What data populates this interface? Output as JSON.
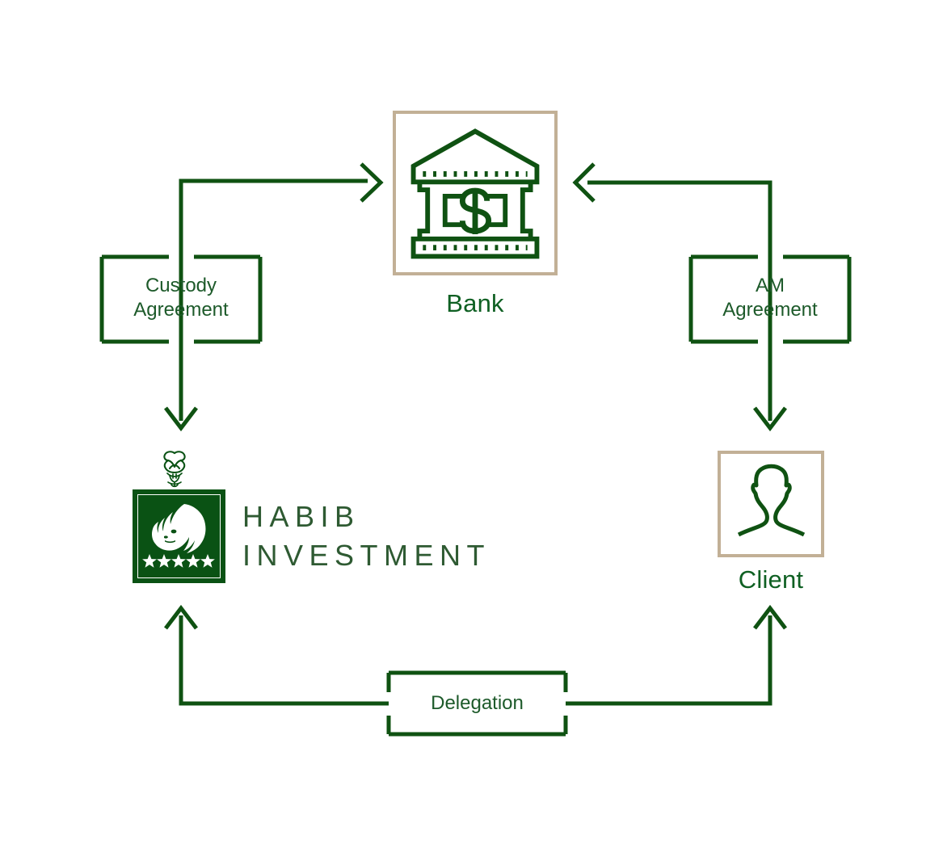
{
  "diagram": {
    "title": "Habib Investment custody and asset management relationship diagram",
    "colors": {
      "line_green": "#0f5212",
      "label_green": "#0f6023",
      "wordmark_green": "#2e5a32",
      "frame_tan": "#c2b096",
      "logo_green": "#0a5214",
      "background": "#ffffff"
    },
    "nodes": [
      {
        "id": "bank",
        "label": "Bank",
        "icon": "bank-building-dollar-icon"
      },
      {
        "id": "habib",
        "label": "HABIB INVESTMENT",
        "wordmark_lines": [
          "HABIB",
          "INVESTMENT"
        ],
        "icon": "habib-lion-crest-logo",
        "crest_icon": "arabic-calligraphy-crest-icon",
        "stars": 5
      },
      {
        "id": "client",
        "label": "Client",
        "icon": "person-silhouette-icon"
      }
    ],
    "connectors": [
      {
        "id": "custody-agreement",
        "lines": [
          "Custody",
          "Agreement"
        ],
        "from": "habib",
        "to": "bank"
      },
      {
        "id": "am-agreement",
        "lines": [
          "AM",
          "Agreement"
        ],
        "from": "client",
        "to": "bank"
      },
      {
        "id": "delegation",
        "lines": [
          "Delegation"
        ],
        "from": "client",
        "to": "habib"
      }
    ]
  }
}
